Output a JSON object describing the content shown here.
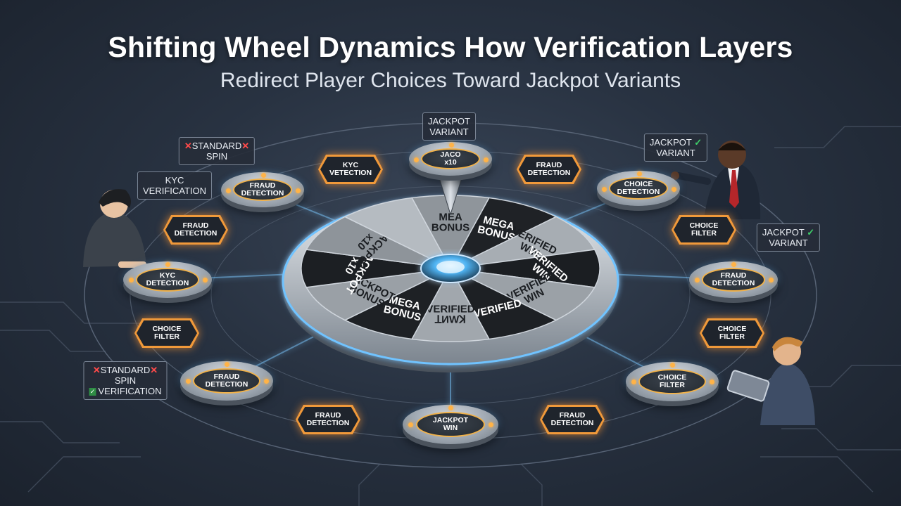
{
  "title": "Shifting Wheel Dynamics How Verification Layers",
  "subtitle": "Redirect Player Choices Toward Jackpot Variants",
  "wheel_segments": [
    {
      "text": [
        "MEA",
        "BONUS"
      ],
      "color": "#8f959b"
    },
    {
      "text": [
        "MEGA",
        "BONUS"
      ],
      "color": "#1f2226"
    },
    {
      "text": [
        "VERIFIED",
        "WIN"
      ],
      "color": "#a7adb3"
    },
    {
      "text": [
        "VERIFIED",
        "WIN"
      ],
      "color": "#1b1e22"
    },
    {
      "text": [
        "VERIFIED",
        "WIN"
      ],
      "color": "#9ba1a7"
    },
    {
      "text": [
        "VERIFIED"
      ],
      "color": "#1d2024"
    },
    {
      "text": [
        "VERIFIED",
        "ꓕИWꓘ"
      ],
      "color": "#a1a7ad"
    },
    {
      "text": [
        "MEGA",
        "BONUS"
      ],
      "color": "#1e2125"
    },
    {
      "text": [
        "JACKPOT",
        "BONUS"
      ],
      "color": "#9aa0a6"
    },
    {
      "text": [
        "JACKPOT",
        "x10"
      ],
      "color": "#1c1f23"
    },
    {
      "text": [
        "JACKPOT",
        "x10"
      ],
      "color": "#8e949a"
    },
    {
      "text": [
        ""
      ],
      "color": "#b5bbc1"
    }
  ],
  "discs": [
    {
      "id": "top",
      "lines": [
        "JACO",
        "x10"
      ]
    },
    {
      "id": "upper-left",
      "lines": [
        "FRAUD",
        "DETECTION"
      ]
    },
    {
      "id": "mid-left",
      "lines": [
        "KYC",
        "DETECTION"
      ]
    },
    {
      "id": "lower-left",
      "lines": [
        "FRAUD",
        "DETECTION"
      ]
    },
    {
      "id": "bottom",
      "lines": [
        "JACKPOT",
        "WIN"
      ]
    },
    {
      "id": "lower-right",
      "lines": [
        "CHOICE",
        "FILTER"
      ]
    },
    {
      "id": "mid-right",
      "lines": [
        "FRAUD",
        "DETECTION"
      ]
    },
    {
      "id": "upper-right",
      "lines": [
        "CHOICE",
        "DETECTION"
      ]
    }
  ],
  "hexes": [
    {
      "id": "h1",
      "lines": [
        "KYC",
        "VETECTION"
      ]
    },
    {
      "id": "h2",
      "lines": [
        "FRAUD",
        "DETECTION"
      ]
    },
    {
      "id": "h3",
      "lines": [
        "FRAUD",
        "DETECTION"
      ]
    },
    {
      "id": "h4",
      "lines": [
        "CHOICE",
        "FILTER"
      ]
    },
    {
      "id": "h5",
      "lines": [
        "FRAUD",
        "DETECTION"
      ]
    },
    {
      "id": "h6",
      "lines": [
        "FRAUD",
        "DETECTION"
      ]
    },
    {
      "id": "h7",
      "lines": [
        "CHOICE",
        "FILTER"
      ]
    },
    {
      "id": "h8",
      "lines": [
        "CHOICE",
        "FILTER"
      ]
    }
  ],
  "callouts": {
    "top": [
      "JACKPOT",
      "VARIANT"
    ],
    "standard_spin_top": {
      "l1": "STANDARD",
      "l2": "SPIN"
    },
    "kyc": [
      "KYC",
      "VERIFICATION"
    ],
    "jackpot_variant_right1": {
      "l1": "JACKPOT",
      "l2": "VARIANT"
    },
    "jackpot_variant_right2": {
      "l1": "JACKPOT",
      "l2": "VARIANT"
    },
    "standard_spin_bottom": {
      "l1": "STANDARD",
      "l2": "SPIN",
      "l3": "VERIFICATION"
    }
  },
  "colors": {
    "accent_glow": "#6fc3ff",
    "hex_border": "#f0993a",
    "check": "#3fd06a",
    "cross": "#ff4a4a"
  }
}
